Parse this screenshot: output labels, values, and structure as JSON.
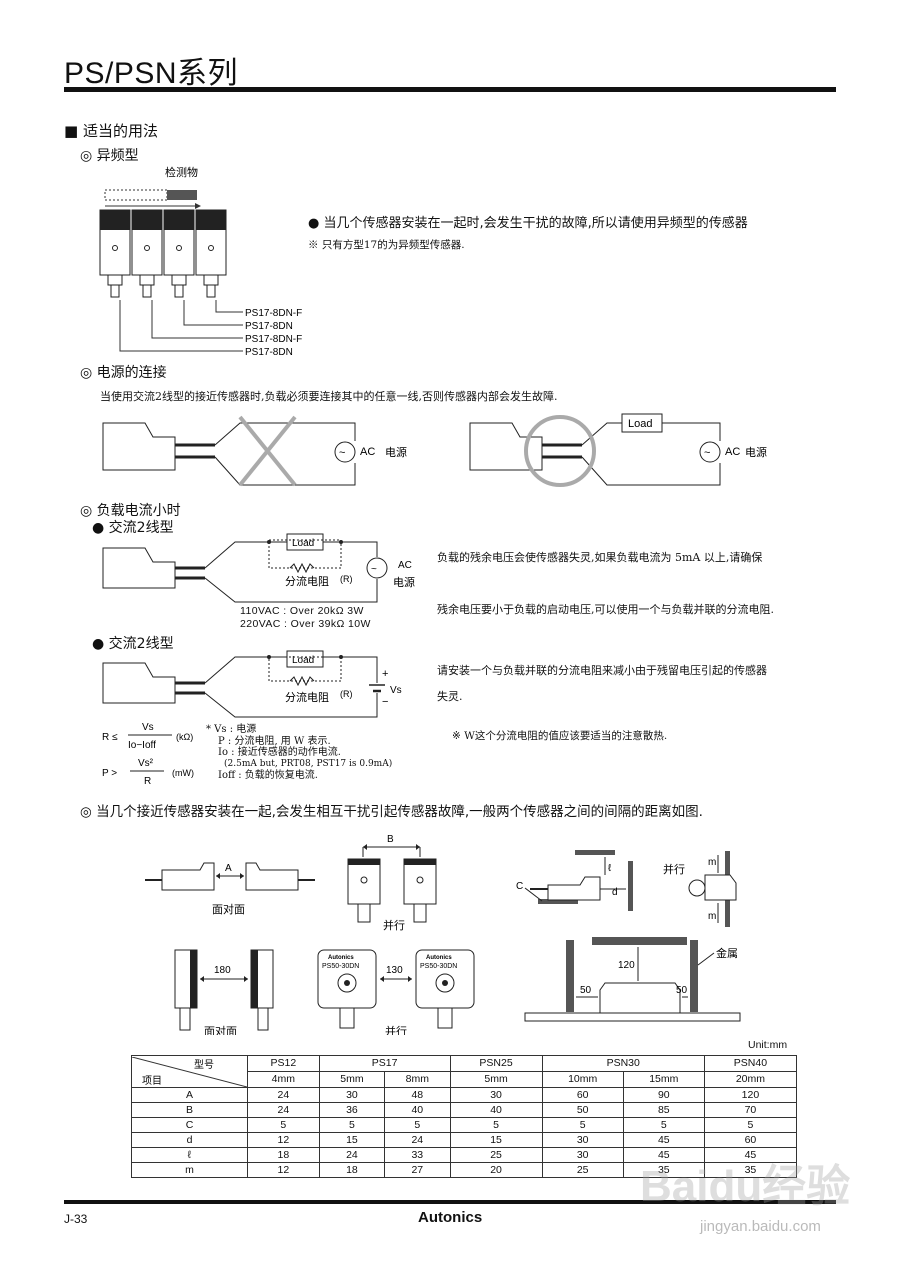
{
  "header": {
    "title": "PS/PSN系列"
  },
  "sections": {
    "usage": "■ 适当的用法",
    "diff_freq": "◎ 异频型",
    "power_conn": "◎ 电源的连接",
    "small_load": "◎ 负载电流小时",
    "interference": "◎ 当几个接近传感器安装在一起,会发生相互干扰引起传感器故障,一般两个传感器之间的间隔的距离如图."
  },
  "diff_freq": {
    "target_label": "检测物",
    "bullet": "● 当几个传感器安装在一起时,会发生干扰的故障,所以请使用异频型的传感器",
    "note": "※ 只有方型17的为异频型传感器.",
    "models": [
      "PS17-8DN-F",
      "PS17-8DN",
      "PS17-8DN-F",
      "PS17-8DN"
    ]
  },
  "power": {
    "desc": "当使用交流2线型的接近传感器时,负载必须要连接其中的任意一线,否则传感器内部会发生故障.",
    "load": "Load",
    "ac": "AC",
    "source": "电源",
    "tilde": "~"
  },
  "ac_type": {
    "label1": "● 交流2线型",
    "label2": "● 交流2线型",
    "load": "Load",
    "resistor": "分流电阻",
    "r": "(R)",
    "ac": "AC",
    "source": "电源",
    "spec1": "110VAC : Over 20kΩ 3W",
    "spec2": "220VAC : Over 39kΩ 10W",
    "vs": "Vs",
    "plus": "+",
    "minus": "−",
    "para1": "负载的残余电压会使传感器失灵,如果负载电流为 5mA 以上,请确保",
    "para2": "残余电压要小于负载的启动电压,可以使用一个与负载并联的分流电阻.",
    "para3": "请安装一个与负载并联的分流电阻来减小由于残留电压引起的传感器",
    "para4": "失灵.",
    "heat_note": "※ W这个分流电阻的值应该要适当的注意散热."
  },
  "formula": {
    "r_lhs": "R ≤",
    "r_num": "Vs",
    "r_den": "Io−Ioff",
    "r_unit": "(kΩ)",
    "p_lhs": "P >",
    "p_num": "Vs²",
    "p_den": "R",
    "p_unit": "(mW)",
    "legend": [
      "* Vs : 电源",
      "P : 分流电阻, 用 W 表示.",
      "Io : 接近传感器的动作电流.",
      "(2.5mA but, PRT08, PST17 is 0.9mA)",
      "Ioff : 负载的恢复电流."
    ]
  },
  "spacing": {
    "a": "A",
    "b": "B",
    "c": "C",
    "d": "d",
    "l": "ℓ",
    "m": "m",
    "face": "面对面",
    "parallel": "并行",
    "metal": "金属",
    "d180": "180",
    "d130": "130",
    "d120": "120",
    "d50a": "50",
    "d50b": "50",
    "brand": "Autonics",
    "model": "PS50-30DN"
  },
  "table": {
    "unit": "Unit:mm",
    "corner_top": "型号",
    "corner_bottom": "项目",
    "models": [
      "PS12",
      "PS17",
      "PSN25",
      "PSN30",
      "PSN40"
    ],
    "model_spans": [
      1,
      2,
      1,
      2,
      1
    ],
    "distances": [
      "4mm",
      "5mm",
      "8mm",
      "5mm",
      "10mm",
      "15mm",
      "20mm"
    ],
    "rows": [
      {
        "item": "A",
        "values": [
          "24",
          "30",
          "48",
          "30",
          "60",
          "90",
          "120"
        ]
      },
      {
        "item": "B",
        "values": [
          "24",
          "36",
          "40",
          "40",
          "50",
          "85",
          "70"
        ]
      },
      {
        "item": "C",
        "values": [
          "5",
          "5",
          "5",
          "5",
          "5",
          "5",
          "5"
        ]
      },
      {
        "item": "d",
        "values": [
          "12",
          "15",
          "24",
          "15",
          "30",
          "45",
          "60"
        ]
      },
      {
        "item": "ℓ",
        "values": [
          "18",
          "24",
          "33",
          "25",
          "30",
          "45",
          "45"
        ]
      },
      {
        "item": "m",
        "values": [
          "12",
          "18",
          "27",
          "20",
          "25",
          "35",
          "35"
        ]
      }
    ]
  },
  "footer": {
    "page": "J-33",
    "brand": "Autonics"
  },
  "watermark": {
    "logo": "Baidu经验",
    "url": "jingyan.baidu.com"
  }
}
